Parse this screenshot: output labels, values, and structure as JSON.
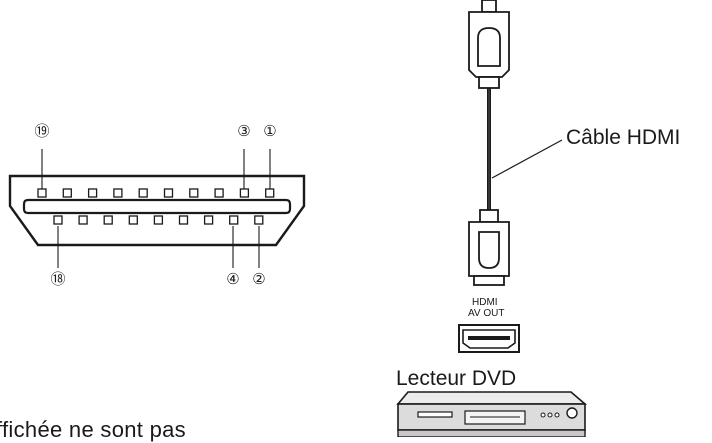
{
  "connector_pins": {
    "top_left": "⑲",
    "top_right_a": "③",
    "top_right_b": "①",
    "bottom_left": "⑱",
    "bottom_right_a": "④",
    "bottom_right_b": "②"
  },
  "cable_label": "Câble HDMI",
  "port_label_line1": "HDMI",
  "port_label_line2": "AV OUT",
  "player_label": "Lecteur DVD",
  "cut_off_text": "ffichée ne sont pas"
}
